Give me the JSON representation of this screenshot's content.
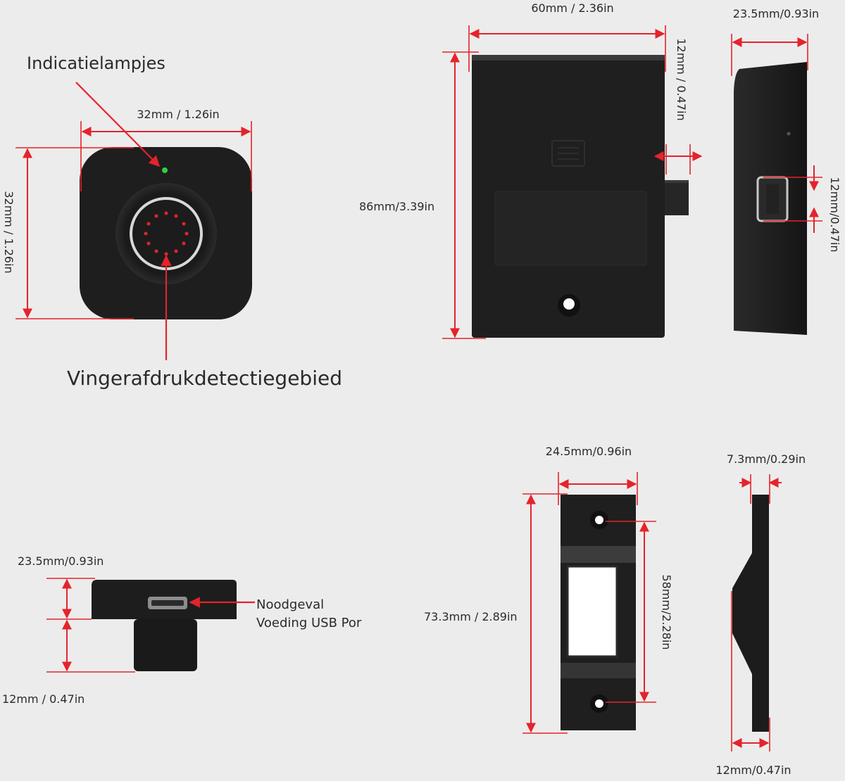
{
  "colors": {
    "background": "#ececec",
    "device_body": "#1e1e1e",
    "dimension_line": "#e5232b",
    "indicator_led": "#2fd23c"
  },
  "labels": {
    "indicator_lights": "Indicatielampjes",
    "fingerprint_area": "Vingerafdrukdetectiegebied",
    "usb_port_line1": "Noodgeval",
    "usb_port_line2": "Voeding USB Por"
  },
  "dimensions": {
    "reader_width": "32mm / 1.26in",
    "reader_height": "32mm / 1.26in",
    "lock_width": "60mm / 2.36in",
    "lock_height": "86mm/3.39in",
    "bolt_length": "12mm / 0.47in",
    "lock_depth": "23.5mm/0.93in",
    "side_bolt_height": "12mm/0.47in",
    "reader_depth": "23.5mm/0.93in",
    "reader_stem": "12mm / 0.47in",
    "strike_width": "24.5mm/0.96in",
    "strike_height": "73.3mm / 2.89in",
    "strike_hole_spacing": "58mm/2.28in",
    "strike_thickness": "7.3mm/0.29in",
    "strike_offset": "12mm/0.47in"
  }
}
